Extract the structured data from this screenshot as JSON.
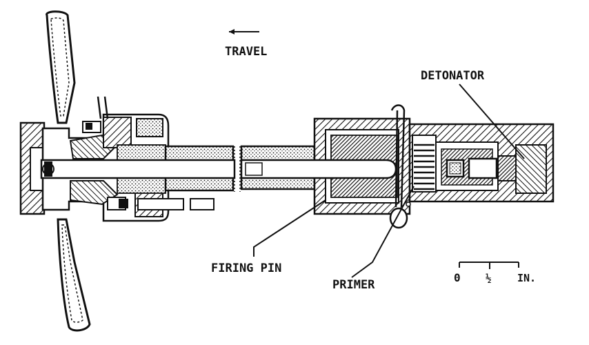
{
  "labels": {
    "travel": "TRAVEL",
    "detonator": "DETONATOR",
    "firing_pin": "FIRING PIN",
    "primer": "PRIMER"
  },
  "scale": {
    "zero": "0",
    "half": "½",
    "unit": "IN."
  }
}
